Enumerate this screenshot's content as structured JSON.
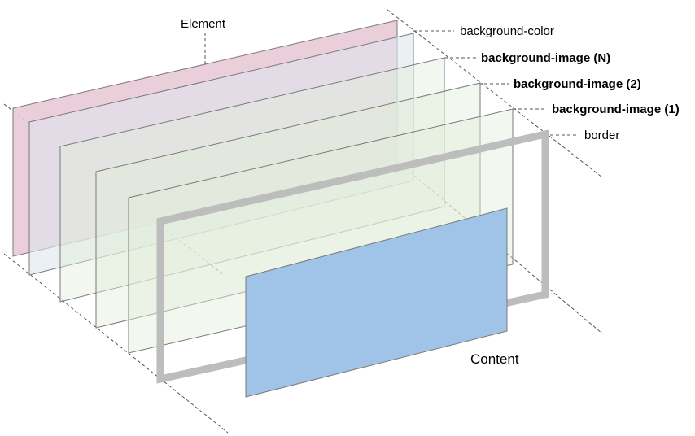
{
  "labels": {
    "element": "Element",
    "background_color": "background-color",
    "background_image_n": "background-image (N)",
    "background_image_2": "background-image (2)",
    "background_image_1": "background-image (1)",
    "border": "border",
    "content": "Content"
  },
  "colors": {
    "element_layer": "#e8c9d6",
    "background_color_layer": "#dde6ee",
    "background_image_layer": "#e3eddc",
    "border": "#bdbdbd",
    "content": "#9fc4e8"
  }
}
